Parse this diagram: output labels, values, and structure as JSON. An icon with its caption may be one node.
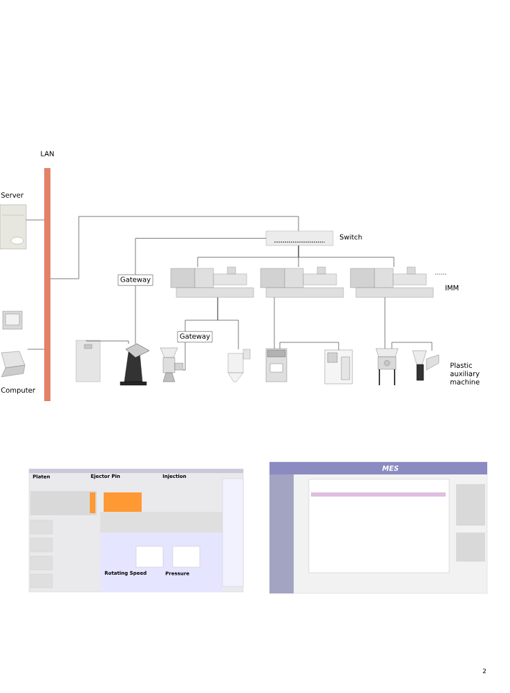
{
  "diagram": {
    "nodes": [
      {
        "text": [],
        "shape": "bar",
        "beside": [
          "LAN"
        ]
      },
      {
        "text": [
          "Server"
        ]
      },
      {
        "text": [
          "Computer"
        ]
      },
      {
        "text": [],
        "shape": "picture",
        "beside": [
          "Switch"
        ]
      },
      {
        "text": [
          "Gateway"
        ]
      },
      {
        "text": [],
        "shape": "picture"
      },
      {
        "text": [],
        "shape": "picture"
      },
      {
        "text": [],
        "shape": "picture",
        "beside": [
          "......"
        ]
      },
      {
        "text": [
          "Gateway"
        ]
      },
      {
        "text": [],
        "shape": "picture"
      },
      {
        "text": [],
        "shape": "picture"
      },
      {
        "text": [],
        "shape": "picture"
      },
      {
        "text": [],
        "shape": "picture"
      },
      {
        "text": [],
        "shape": "picture"
      },
      {
        "text": [],
        "shape": "picture"
      },
      {
        "text": [],
        "shape": "picture"
      },
      {
        "text": [],
        "shape": "picture"
      }
    ],
    "edges": [
      {
        "from": 1,
        "to": 0,
        "arrow": "none"
      },
      {
        "from": 2,
        "to": 0,
        "arrow": "none"
      },
      {
        "from": 0,
        "to": 3,
        "arrow": "none"
      },
      {
        "from": 3,
        "to": 4,
        "arrow": "none"
      },
      {
        "from": 4,
        "to": 10,
        "arrow": "none"
      },
      {
        "from": 9,
        "to": 10,
        "arrow": "none"
      },
      {
        "from": 3,
        "to": 5,
        "arrow": "none"
      },
      {
        "from": 3,
        "to": 6,
        "arrow": "none"
      },
      {
        "from": 3,
        "to": 7,
        "arrow": "none"
      },
      {
        "from": 5,
        "to": 8,
        "arrow": "none"
      },
      {
        "from": 5,
        "to": 12,
        "arrow": "none"
      },
      {
        "from": 8,
        "to": 11,
        "arrow": "none"
      },
      {
        "from": 6,
        "to": 13,
        "arrow": "none"
      },
      {
        "from": 13,
        "to": 14,
        "arrow": "none"
      },
      {
        "from": 7,
        "to": 15,
        "arrow": "none"
      },
      {
        "from": 15,
        "to": 16,
        "arrow": "none"
      }
    ],
    "labels": [
      "IMM",
      "Plastic auxiliary machine",
      "Platen",
      "Ejector Pin",
      "Injection",
      "Rotating Speed",
      "Pressure",
      "MES",
      "2"
    ]
  }
}
